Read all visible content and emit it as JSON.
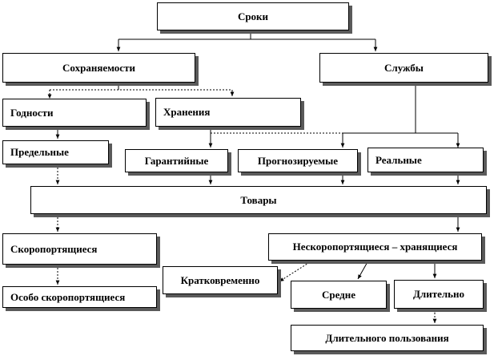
{
  "nodes": {
    "sroki": "Сроки",
    "sohranyaemosti": "Сохраняемости",
    "sluzhby": "Службы",
    "godnosti": "Годности",
    "hraneniya": "Хранения",
    "predelnye": "Предельные",
    "garantiynye": "Гарантийные",
    "prognoziruemye": "Прогнозируемые",
    "realnye": "Реальные",
    "tovary": "Товары",
    "skoroportyaschiesya": "Скоропортящиеся",
    "neskoroportyaschiesya": "Нескоропортящиеся – хранящиеся",
    "osobo": "Особо скоропортящиеся",
    "kratkovremenno": "Кратковременно",
    "sredne": "Средне",
    "dlitelno": "Длительно",
    "dlitelnogo_polzovaniya": "Длительного пользования"
  },
  "colors": {
    "line": "#000000",
    "shadow": "#5a5a5a",
    "background": "#ffffff"
  }
}
